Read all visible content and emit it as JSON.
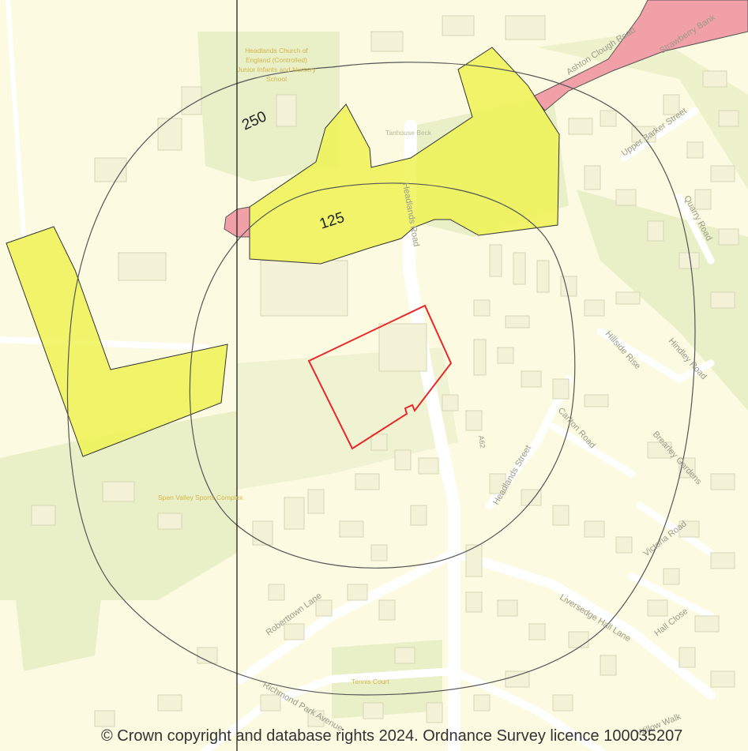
{
  "map": {
    "buffer_labels": {
      "inner": "125",
      "outer": "250"
    },
    "roads": {
      "ashton_clough": "Ashton Clough Road",
      "strawberry_bank": "Strawberry Bank",
      "upper_barker": "Upper Barker Street",
      "quarry": "Quarry Road",
      "headlands_road": "Headlands Road",
      "hillside_rise": "Hillside Rise",
      "hindley": "Hindley Road",
      "carlton": "Carlton Road",
      "headlands_street": "Headlands Street",
      "a62": "A62",
      "brearley": "Brearley Gardens",
      "victoria": "Victoria Road",
      "roberttown": "Roberttown Lane",
      "liversedge_hall": "Liversedge Hall Lane",
      "hall_close": "Hall Close",
      "richmond_park": "Richmond Park Avenue",
      "willow_walk": "Willow Walk"
    },
    "places": {
      "school_l1": "Headlands Church of",
      "school_l2": "England (Controlled)",
      "school_l3": "Junior Infants and Nursery",
      "school_l4": "School",
      "tanhouse_beck": "Tanhouse Beck",
      "sports_complex": "Spen Valley Sports Complex",
      "tennis_court": "Tennis Court"
    },
    "colors": {
      "site_boundary": "#e8282a",
      "yellow_zone": "#eef254",
      "pink_zone": "#f2a0a8",
      "buffer_ring": "#555555"
    }
  },
  "copyright": "© Crown copyright and database rights 2024. Ordnance Survey licence 100035207"
}
